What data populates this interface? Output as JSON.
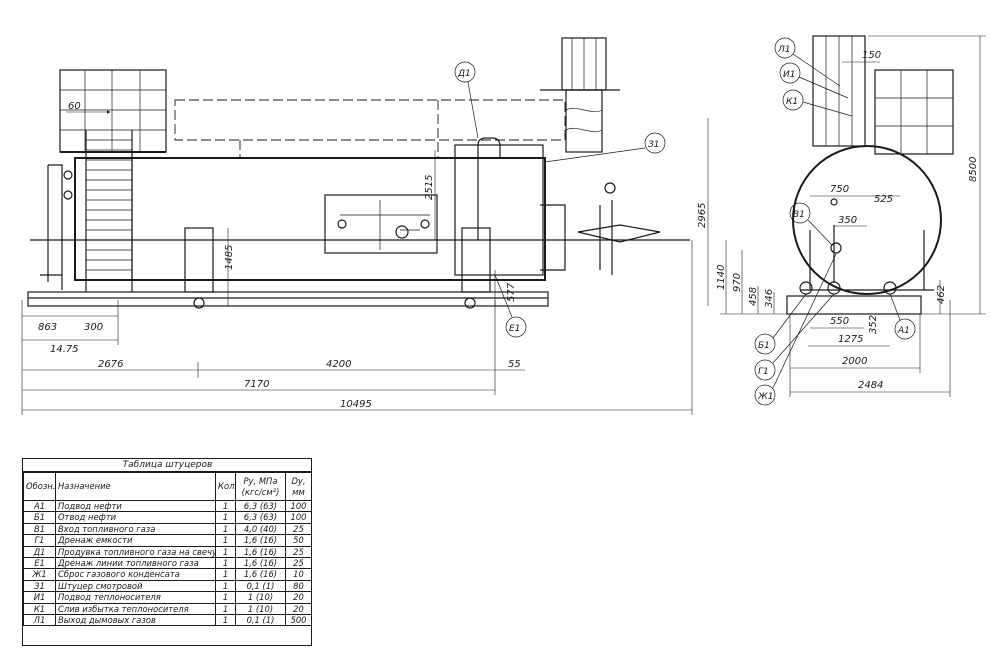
{
  "side_view": {
    "callouts": {
      "d1": "Д1",
      "z1": "З1",
      "e1": "Е1"
    },
    "dims": {
      "d60": "60",
      "d2515": "2515",
      "d2965": "2965",
      "d1485": "1485",
      "d577": "577",
      "d863": "863",
      "d300": "300",
      "d1475": "14.75",
      "d2676": "2676",
      "d4200": "4200",
      "d55": "55",
      "d7170": "7170",
      "d10495": "10495"
    }
  },
  "end_view": {
    "callouts": {
      "l1": "Л1",
      "i1": "И1",
      "k1": "К1",
      "v1": "В1",
      "a1": "А1",
      "b1": "Б1",
      "g1": "Г1",
      "zh1": "Ж1"
    },
    "dims": {
      "d150": "150",
      "d8500": "8500",
      "d750": "750",
      "d525": "525",
      "d350": "350",
      "d1140": "1140",
      "d970": "970",
      "d458": "458",
      "d346": "346",
      "d462": "462",
      "d550": "550",
      "d352": "352",
      "d1275": "1275",
      "d2000": "2000",
      "d2484": "2484"
    }
  },
  "nozzle_table": {
    "title": "Таблица штуцеров",
    "headers": {
      "designation": "Обозн.",
      "purpose": "Назначение",
      "qty": "Кол.",
      "pressure": "Pу, МПа (кгс/см²)",
      "dn": "Dу, мм"
    },
    "rows": [
      {
        "designation": "А1",
        "purpose": "Подвод нефти",
        "qty": "1",
        "pressure": "6,3 (63)",
        "dn": "100"
      },
      {
        "designation": "Б1",
        "purpose": "Отвод нефти",
        "qty": "1",
        "pressure": "6,3 (63)",
        "dn": "100"
      },
      {
        "designation": "В1",
        "purpose": "Вход топливного газа",
        "qty": "1",
        "pressure": "4,0 (40)",
        "dn": "25"
      },
      {
        "designation": "Г1",
        "purpose": "Дренаж емкости",
        "qty": "1",
        "pressure": "1,6 (16)",
        "dn": "50"
      },
      {
        "designation": "Д1",
        "purpose": "Продувка топливного газа на свечу",
        "qty": "1",
        "pressure": "1,6 (16)",
        "dn": "25"
      },
      {
        "designation": "Е1",
        "purpose": "Дренаж линии топливного газа",
        "qty": "1",
        "pressure": "1,6 (16)",
        "dn": "25"
      },
      {
        "designation": "Ж1",
        "purpose": "Сброс газового конденсата",
        "qty": "1",
        "pressure": "1,6 (16)",
        "dn": "10"
      },
      {
        "designation": "З1",
        "purpose": "Штуцер смотровой",
        "qty": "1",
        "pressure": "0,1 (1)",
        "dn": "80"
      },
      {
        "designation": "И1",
        "purpose": "Подвод теплоносителя",
        "qty": "1",
        "pressure": "1 (10)",
        "dn": "20"
      },
      {
        "designation": "К1",
        "purpose": "Слив избытка теплоносителя",
        "qty": "1",
        "pressure": "1 (10)",
        "dn": "20"
      },
      {
        "designation": "Л1",
        "purpose": "Выход дымовых газов",
        "qty": "1",
        "pressure": "0,1 (1)",
        "dn": "500"
      }
    ]
  }
}
